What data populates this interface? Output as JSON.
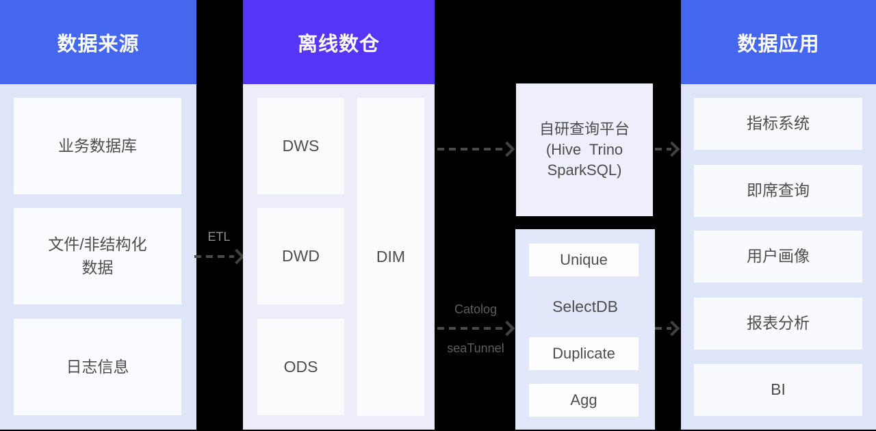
{
  "columns": {
    "sources": {
      "title": "数据来源",
      "items": [
        "业务数据库",
        "文件/非结构化数据",
        "日志信息"
      ]
    },
    "warehouse": {
      "title": "离线数仓",
      "layers": [
        "DWS",
        "DWD",
        "ODS"
      ],
      "dim": "DIM"
    },
    "apps": {
      "title": "数据应用",
      "items": [
        "指标系统",
        "即席查询",
        "用户画像",
        "报表分析",
        "BI"
      ]
    }
  },
  "middle": {
    "query_platform": {
      "line1": "自研查询平台",
      "line2": "(Hive Trino SparkSQL)"
    },
    "selectdb": {
      "unique": "Unique",
      "label": "SelectDB",
      "duplicate": "Duplicate",
      "agg": "Agg"
    }
  },
  "arrows": {
    "etl": "ETL",
    "catolog": "Catolog",
    "seatunnel": "seaTunnel"
  },
  "colors": {
    "header_blue": "#4566EF",
    "header_purple": "#5536F8",
    "body_lavender": "#DFE5F9",
    "body_light": "#EDECF9",
    "card_white": "#FAFBFF",
    "arrow_gray": "#4A4A4A",
    "background": "#000000"
  }
}
